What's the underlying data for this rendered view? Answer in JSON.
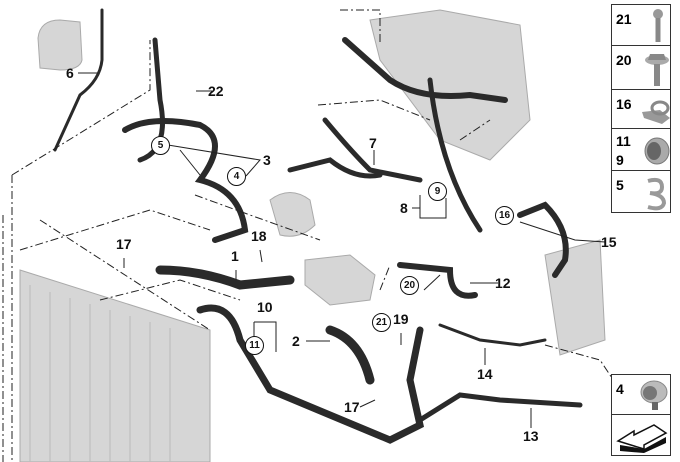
{
  "callouts": [
    {
      "id": "6",
      "text": "6"
    },
    {
      "id": "22",
      "text": "22"
    },
    {
      "id": "5c",
      "text": "5"
    },
    {
      "id": "4c",
      "text": "4"
    },
    {
      "id": "3",
      "text": "3"
    },
    {
      "id": "7",
      "text": "7"
    },
    {
      "id": "9c",
      "text": "9"
    },
    {
      "id": "8",
      "text": "8"
    },
    {
      "id": "16c",
      "text": "16"
    },
    {
      "id": "15",
      "text": "15"
    },
    {
      "id": "17a",
      "text": "17"
    },
    {
      "id": "18",
      "text": "18"
    },
    {
      "id": "1",
      "text": "1"
    },
    {
      "id": "20c",
      "text": "20"
    },
    {
      "id": "12",
      "text": "12"
    },
    {
      "id": "10",
      "text": "10"
    },
    {
      "id": "11c",
      "text": "11"
    },
    {
      "id": "21c",
      "text": "21"
    },
    {
      "id": "19",
      "text": "19"
    },
    {
      "id": "2",
      "text": "2"
    },
    {
      "id": "14",
      "text": "14"
    },
    {
      "id": "17b",
      "text": "17"
    },
    {
      "id": "13",
      "text": "13"
    }
  ],
  "legend": [
    {
      "num": "21",
      "part": "bolt-icon"
    },
    {
      "num": "20",
      "part": "hex-bolt-icon"
    },
    {
      "num": "16",
      "part": "clamp-bracket-icon"
    },
    {
      "num": "11",
      "num2": "9",
      "part": "hose-clamp-icon"
    },
    {
      "num": "5",
      "part": "spring-clip-icon"
    },
    {
      "num": "4",
      "part": "clamp-icon"
    }
  ],
  "colors": {
    "hose": "#2a2a2a",
    "part": "#c8c8c8",
    "line": "#222"
  }
}
